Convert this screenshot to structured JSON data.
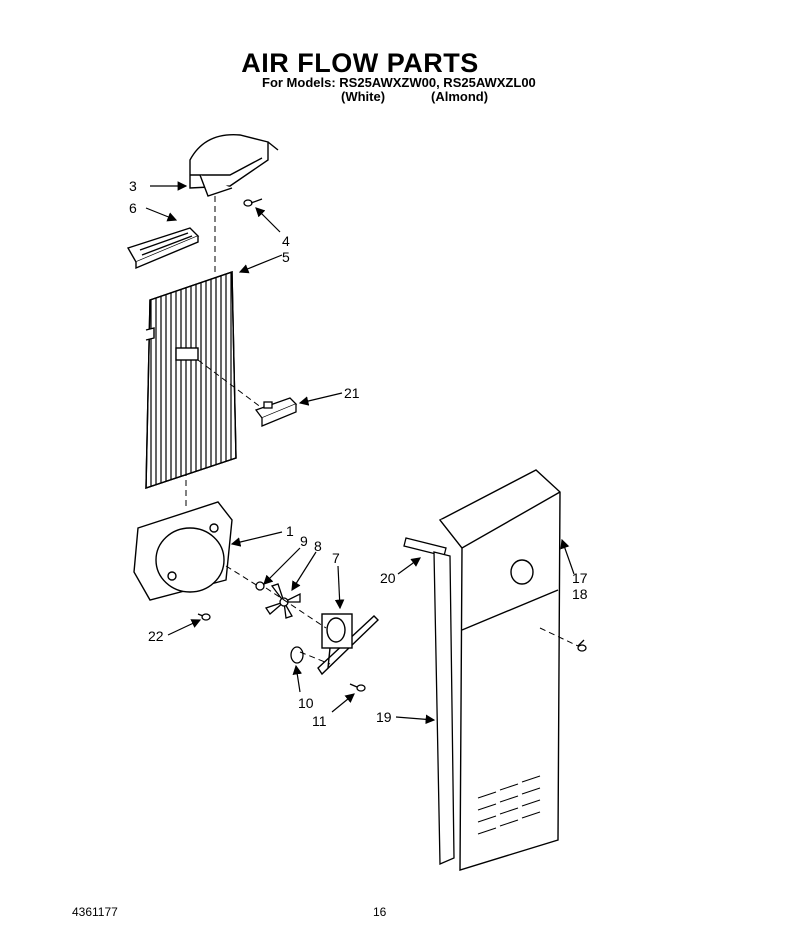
{
  "header": {
    "title": "AIR FLOW PARTS",
    "models_line": "For Models: RS25AWXZW00, RS25AWXZL00",
    "variant_white": "(White)",
    "variant_almond": "(Almond)"
  },
  "callouts": {
    "c1": "1",
    "c3": "3",
    "c4": "4",
    "c5": "5",
    "c6": "6",
    "c7": "7",
    "c8": "8",
    "c9": "9",
    "c10": "10",
    "c11": "11",
    "c17": "17",
    "c18": "18",
    "c19": "19",
    "c20": "20",
    "c21": "21",
    "c22": "22"
  },
  "footer": {
    "doc_number": "4361177",
    "page_number": "16"
  }
}
